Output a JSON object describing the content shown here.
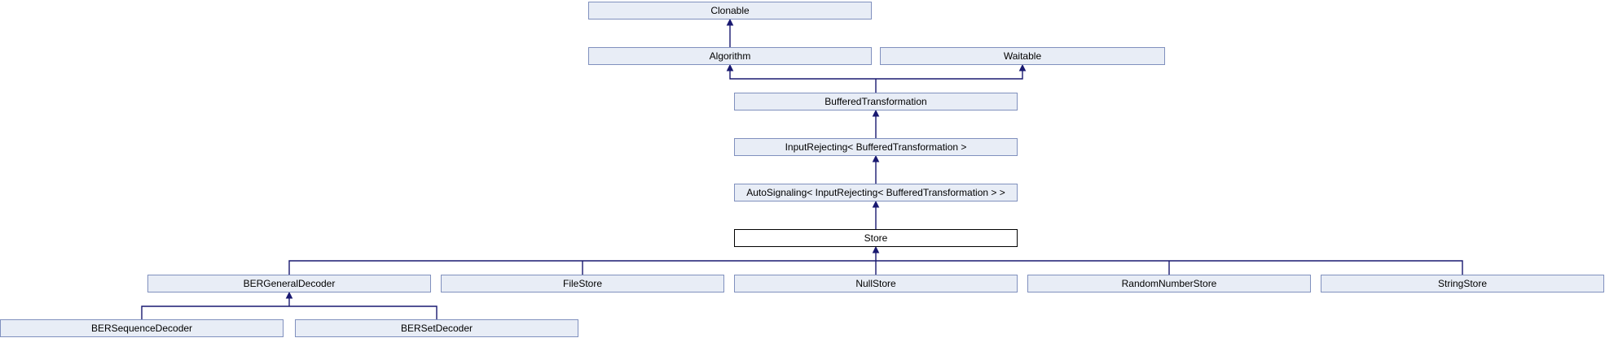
{
  "diagram": {
    "type": "class-inheritance-diagram",
    "current_class": "Store"
  },
  "nodes": {
    "clonable": "Clonable",
    "algorithm": "Algorithm",
    "waitable": "Waitable",
    "buffered_transformation": "BufferedTransformation",
    "input_rejecting": "InputRejecting< BufferedTransformation >",
    "auto_signaling": "AutoSignaling< InputRejecting< BufferedTransformation > >",
    "store": "Store",
    "ber_general_decoder": "BERGeneralDecoder",
    "file_store": "FileStore",
    "null_store": "NullStore",
    "random_number_store": "RandomNumberStore",
    "string_store": "StringStore",
    "ber_sequence_decoder": "BERSequenceDecoder",
    "ber_set_decoder": "BERSetDecoder"
  },
  "colors": {
    "node_fill": "#e8edf6",
    "node_border": "#8090be",
    "current_fill": "#ffffff",
    "current_border": "#000000",
    "edge": "#191970"
  }
}
